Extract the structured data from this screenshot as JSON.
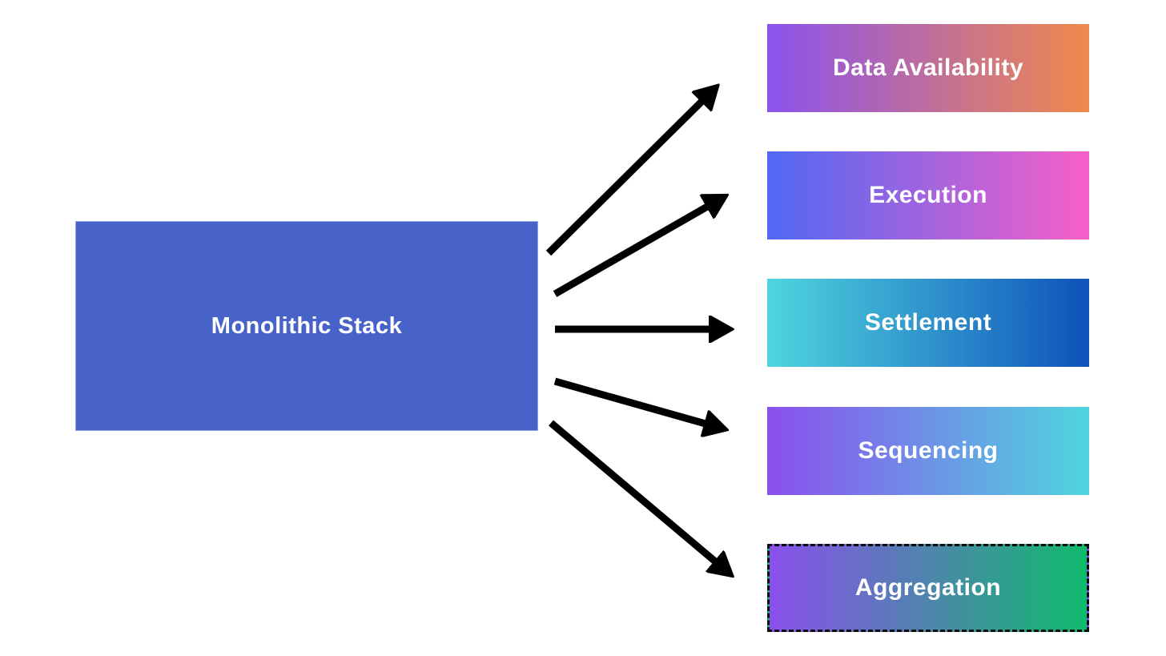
{
  "diagram": {
    "background": "#FFFFFF",
    "arrow_color": "#000000",
    "source": {
      "label": "Monolithic Stack",
      "fill": "#4763C9",
      "text_color": "#FFFFFF"
    },
    "targets": [
      {
        "label": "Data Availability",
        "gradient_from": "#8B52EE",
        "gradient_to": "#F0894C",
        "dashed_border": false
      },
      {
        "label": "Execution",
        "gradient_from": "#4F68F4",
        "gradient_to": "#F760C8",
        "dashed_border": false
      },
      {
        "label": "Settlement",
        "gradient_from": "#4FD5DE",
        "gradient_to": "#0F52BB",
        "dashed_border": false
      },
      {
        "label": "Sequencing",
        "gradient_from": "#8B4FEE",
        "gradient_to": "#4FD5DE",
        "dashed_border": false
      },
      {
        "label": "Aggregation",
        "gradient_from": "#8B50EC",
        "gradient_to": "#10BA6C",
        "dashed_border": true
      }
    ],
    "connections": [
      {
        "from": "Monolithic Stack",
        "to": "Data Availability"
      },
      {
        "from": "Monolithic Stack",
        "to": "Execution"
      },
      {
        "from": "Monolithic Stack",
        "to": "Settlement"
      },
      {
        "from": "Monolithic Stack",
        "to": "Sequencing"
      },
      {
        "from": "Monolithic Stack",
        "to": "Aggregation"
      }
    ]
  }
}
